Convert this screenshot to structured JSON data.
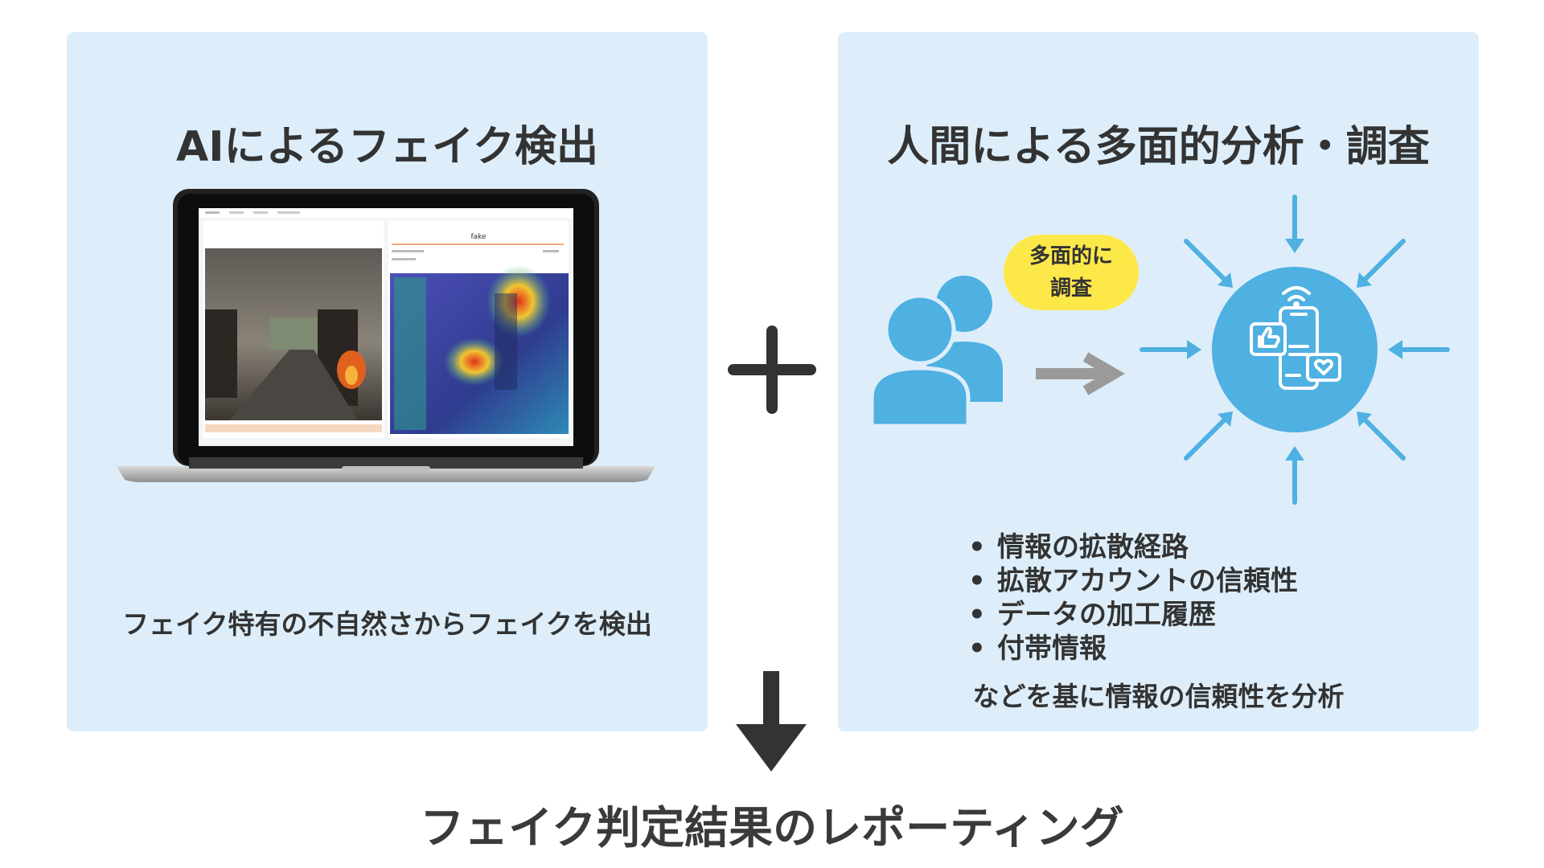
{
  "left_panel": {
    "title": "AIによるフェイク検出",
    "caption": "フェイク特有の不自然さからフェイクを検出",
    "screen_label": "fake"
  },
  "right_panel": {
    "title": "人間による多面的分析・調査",
    "badge_line1": "多面的に",
    "badge_line2": "調査",
    "bullets": [
      "情報の拡散経路",
      "拡散アカウントの信頼性",
      "データの加工履歴",
      "付帯情報"
    ],
    "caption": "などを基に情報の信頼性を分析"
  },
  "bottom_title": "フェイク判定結果のレポーティング",
  "colors": {
    "panel_bg": "#ddeefa",
    "accent_blue": "#4fb0e2",
    "badge_yellow": "#fde84a",
    "arrow_gray": "#9a9a9a",
    "dark": "#333333"
  },
  "icons": [
    "laptop-icon",
    "plus-icon",
    "people-icon",
    "arrow-right-icon",
    "smartphone-social-icon",
    "wifi-icon",
    "thumbs-up-icon",
    "heart-icon",
    "arrow-down-icon"
  ]
}
